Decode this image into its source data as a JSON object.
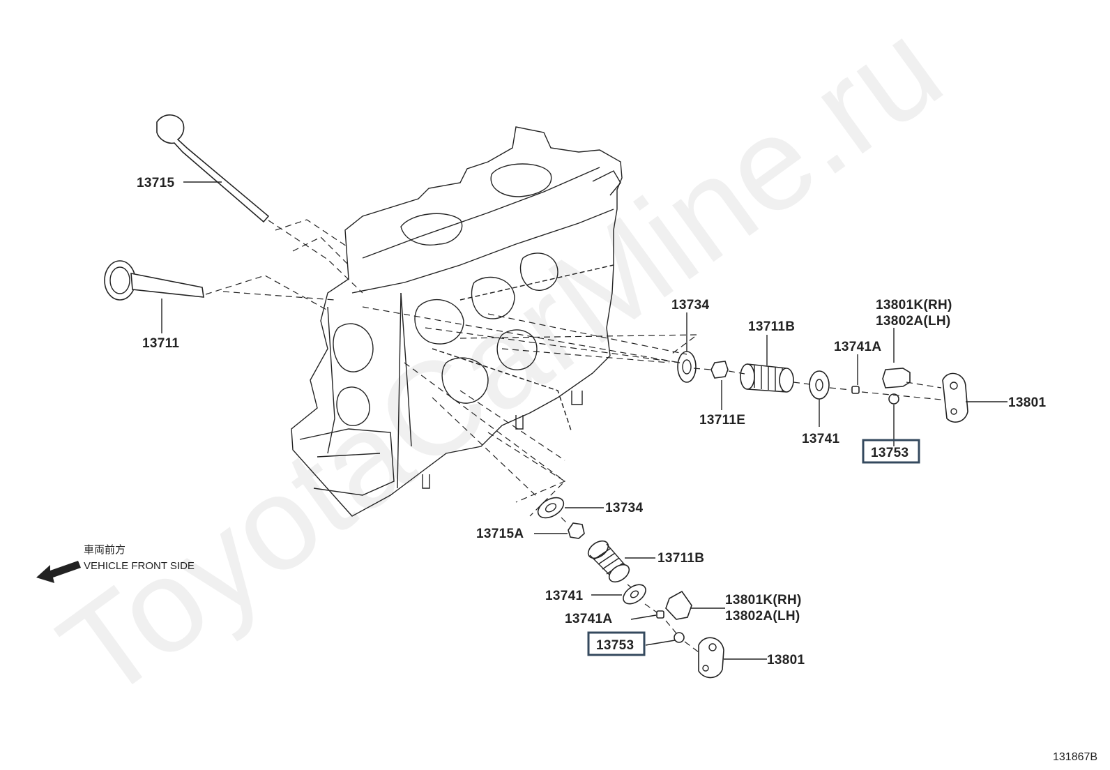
{
  "watermark": "ToyotaCarMine.ru",
  "front_side": {
    "japanese": "車両前方",
    "english": "VEHICLE FRONT SIDE"
  },
  "figure_ref": "131867B",
  "highlight_color": "#34495e",
  "labels": {
    "exhaust_valve": "13715",
    "intake_valve": "13711",
    "upper_seat_washer": "13734",
    "upper_seal": "13711E",
    "upper_spring": "13711B",
    "upper_retainer": "13741",
    "upper_lock": "13741A",
    "upper_adjuster_rh": "13801K(RH)",
    "upper_adjuster_lh": "13802A(LH)",
    "upper_rocker": "13801",
    "upper_highlight": "13753",
    "lower_seat_washer": "13734",
    "lower_seal": "13715A",
    "lower_spring": "13711B",
    "lower_retainer": "13741",
    "lower_lock": "13741A",
    "lower_adjuster_rh": "13801K(RH)",
    "lower_adjuster_lh": "13802A(LH)",
    "lower_highlight": "13753",
    "lower_rocker": "13801"
  }
}
